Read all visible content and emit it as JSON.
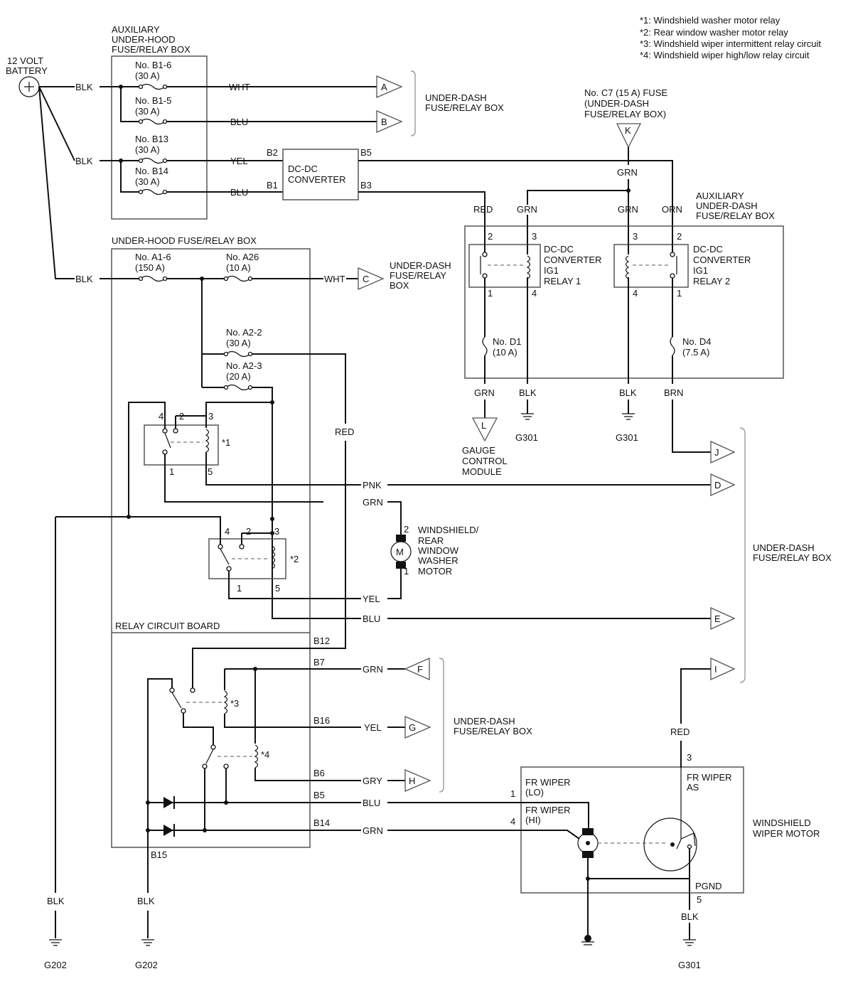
{
  "notes": [
    "*1: Windshield washer motor relay",
    "*2: Rear window washer motor relay",
    "*3: Windshield wiper intermittent relay circuit",
    "*4: Windshield wiper high/low relay circuit"
  ],
  "battery": {
    "line1": "12 VOLT",
    "line2": "BATTERY"
  },
  "aux_underhood_box": {
    "line1": "AUXILIARY",
    "line2": "UNDER-HOOD",
    "line3": "FUSE/RELAY BOX"
  },
  "fuses": {
    "b1_6": {
      "name": "No. B1-6",
      "rating": "(30 A)"
    },
    "b1_5": {
      "name": "No. B1-5",
      "rating": "(30 A)"
    },
    "b13": {
      "name": "No. B13",
      "rating": "(30 A)"
    },
    "b14": {
      "name": "No. B14",
      "rating": "(30 A)"
    },
    "a1_6": {
      "name": "No. A1-6",
      "rating": "(150 A)"
    },
    "a26": {
      "name": "No. A26",
      "rating": "(10 A)"
    },
    "a2_2": {
      "name": "No. A2-2",
      "rating": "(30 A)"
    },
    "a2_3": {
      "name": "No. A2-3",
      "rating": "(20 A)"
    },
    "d1": {
      "name": "No. D1",
      "rating": "(10 A)"
    },
    "d4": {
      "name": "No. D4",
      "rating": "(7.5 A)"
    }
  },
  "c7_fuse": {
    "line1": "No. C7 (15 A) FUSE",
    "line2": "(UNDER-DASH",
    "line3": "FUSE/RELAY BOX)"
  },
  "underdash": {
    "line1": "UNDER-DASH",
    "line2": "FUSE/RELAY BOX",
    "line2b": "FUSE/RELAY",
    "line3": "BOX"
  },
  "dcdc": {
    "line1": "DC-DC",
    "line2": "CONVERTER"
  },
  "aux_underdash_box": {
    "line1": "AUXILIARY",
    "line2": "UNDER-DASH",
    "line3": "FUSE/RELAY BOX"
  },
  "relay1": {
    "line1": "DC-DC",
    "line2": "CONVERTER",
    "line3": "IG1",
    "line4": "RELAY 1"
  },
  "relay2": {
    "line1": "DC-DC",
    "line2": "CONVERTER",
    "line3": "IG1",
    "line4": "RELAY 2"
  },
  "underhood_box": "UNDER-HOOD FUSE/RELAY BOX",
  "relay_board": "RELAY CIRCUIT BOARD",
  "relay_marks": {
    "r1": "*1",
    "r2": "*2",
    "r3": "*3",
    "r4": "*4"
  },
  "pins": {
    "p1": "1",
    "p2": "2",
    "p3": "3",
    "p4": "4",
    "p5": "5"
  },
  "terminals": {
    "b1": "B1",
    "b2": "B2",
    "b3": "B3",
    "b5": "B5",
    "b6": "B6",
    "b7": "B7",
    "b12": "B12",
    "b14": "B14",
    "b15": "B15",
    "b16": "B16"
  },
  "connectors": {
    "A": "A",
    "B": "B",
    "C": "C",
    "D": "D",
    "E": "E",
    "F": "F",
    "G": "G",
    "H": "H",
    "I": "I",
    "J": "J",
    "K": "K",
    "L": "L"
  },
  "wires": {
    "blk": "BLK",
    "wht": "WHT",
    "blu": "BLU",
    "yel": "YEL",
    "red": "RED",
    "grn": "GRN",
    "orn": "ORN",
    "brn": "BRN",
    "pnk": "PNK",
    "gry": "GRY"
  },
  "gauge": {
    "line1": "GAUGE",
    "line2": "CONTROL",
    "line3": "MODULE"
  },
  "washer_motor": {
    "line1": "WINDSHIELD/",
    "line2": "REAR",
    "line3": "WINDOW",
    "line4": "WASHER",
    "line5": "MOTOR",
    "symbol": "M"
  },
  "fr_wiper_lo": {
    "line1": "FR WIPER",
    "line2": "(LO)"
  },
  "fr_wiper_hi": {
    "line1": "FR WIPER",
    "line2": "(HI)"
  },
  "fr_wiper_as": {
    "line1": "FR WIPER",
    "line2": "AS"
  },
  "pgnd": "PGND",
  "wiper_motor": {
    "line1": "WINDSHIELD",
    "line2": "WIPER MOTOR"
  },
  "grounds": {
    "g202": "G202",
    "g301": "G301"
  }
}
